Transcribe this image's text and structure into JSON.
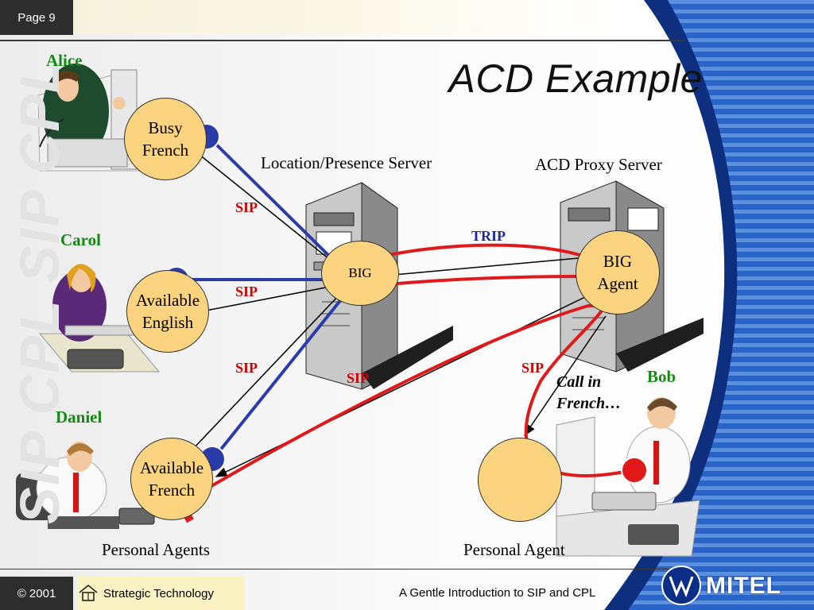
{
  "header": {
    "page_label": "Page 9"
  },
  "title": "ACD Example",
  "watermark": "SIP CPL SIP CPL",
  "people": {
    "alice": "Alice",
    "carol": "Carol",
    "daniel": "Daniel",
    "bob": "Bob"
  },
  "agents": {
    "alice_state": [
      "Busy",
      "French"
    ],
    "carol_state": [
      "Available",
      "English"
    ],
    "daniel_state": [
      "Available",
      "French"
    ]
  },
  "servers": {
    "location_label": "Location/Presence Server",
    "location_node": "BIG",
    "acd_label": "ACD Proxy Server",
    "acd_node": [
      "BIG",
      "Agent"
    ]
  },
  "protocols": {
    "sip": "SIP",
    "trip": "TRIP"
  },
  "call_text": [
    "Call in",
    "French…"
  ],
  "captions": {
    "left": "Personal Agents",
    "right": "Personal Agent"
  },
  "footer": {
    "copyright": "© 2001",
    "department": "Strategic Technology",
    "presentation": "A Gentle Introduction to SIP and CPL",
    "brand": "MITEL"
  },
  "colors": {
    "bubble": "#fcd37f",
    "sip_red": "#d00000",
    "link_blue": "#2b3ba8",
    "name_green": "#138a13",
    "brand_blue": "#1f4fb0"
  }
}
